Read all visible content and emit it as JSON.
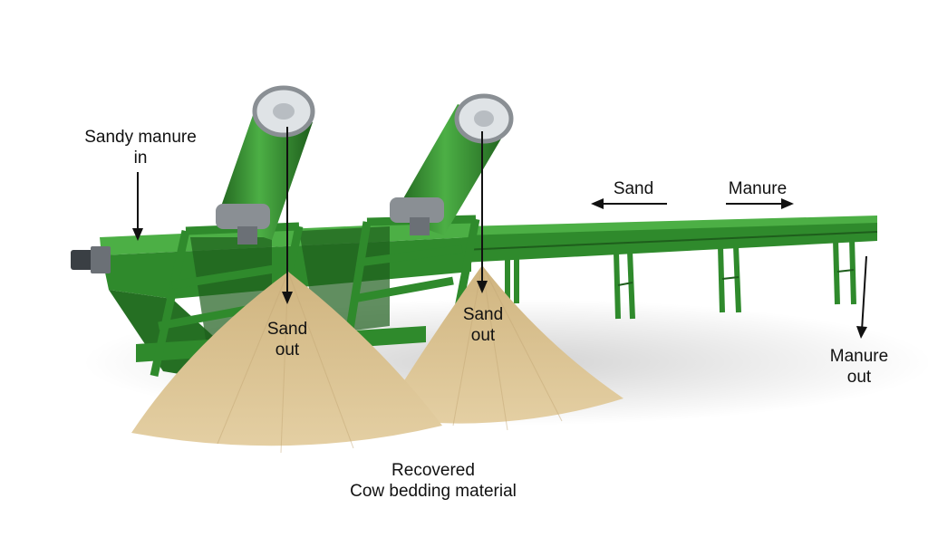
{
  "labels": {
    "sandy_manure_in": [
      "Sandy manure",
      "in"
    ],
    "sand_out_1": [
      "Sand",
      "out"
    ],
    "sand_out_2": [
      "Sand",
      "out"
    ],
    "sand_direction": "Sand",
    "manure_direction": "Manure",
    "manure_out": [
      "Manure",
      "out"
    ],
    "recovered": [
      "Recovered",
      "Cow bedding material"
    ]
  },
  "colors": {
    "frame_green": "#2f8a2c",
    "frame_dark": "#1e5e1c",
    "frame_light": "#4caf45",
    "sand": "#d9bf8e",
    "sand_shadow": "#b89a66",
    "steel": "#8a8f94",
    "arrow": "#111111"
  }
}
